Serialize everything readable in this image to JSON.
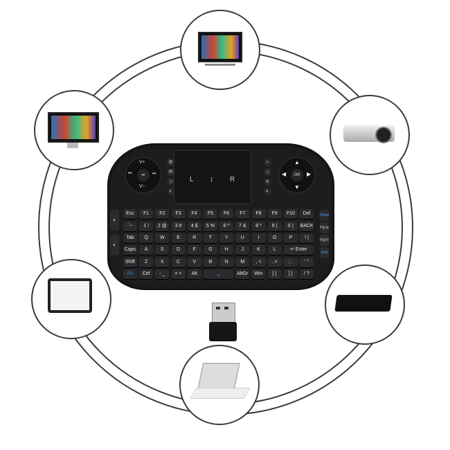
{
  "devices": [
    "smart-tv",
    "monitor",
    "projector",
    "tablet",
    "tv-box",
    "laptop"
  ],
  "keyboard": {
    "media": {
      "vol_up": "V+",
      "vol_down": "V−",
      "play": "⏯",
      "prev": "⏮",
      "next": "⏭"
    },
    "touchpad": {
      "left": "L",
      "scroll": "↕",
      "right": "R"
    },
    "dpad": {
      "ok": "OK"
    },
    "rows": [
      [
        "Esc",
        "F1",
        "F2",
        "F3",
        "F4",
        "F5",
        "F6",
        "F7",
        "F8",
        "F9",
        "F10",
        "Del"
      ],
      [
        "`~",
        "1 !",
        "2 @",
        "3 #",
        "4 $",
        "5 %",
        "6 ^",
        "7 &",
        "8 *",
        "9 (",
        "0 )",
        "BACK"
      ],
      [
        "Tab",
        "Q",
        "W",
        "E",
        "R",
        "T",
        "Y",
        "U",
        "I",
        "O",
        "P",
        "\\ |"
      ],
      [
        "Caps",
        "A",
        "S",
        "D",
        "F",
        "G",
        "H",
        "J",
        "K",
        "L",
        "↵ Enter"
      ],
      [
        "Shift",
        "Z",
        "X",
        "C",
        "V",
        "B",
        "N",
        "M",
        ", <",
        ". >",
        "; :",
        "' \""
      ],
      [
        "Fn",
        "Ctrl",
        "- _",
        "= +",
        "Alt",
        "␣",
        "AltGr",
        "Win",
        "[ {",
        "] }",
        "/ ?"
      ]
    ],
    "side_right": [
      "Home",
      "PgUp",
      "PgDn",
      "End"
    ],
    "accent": "#2f8fe8"
  }
}
